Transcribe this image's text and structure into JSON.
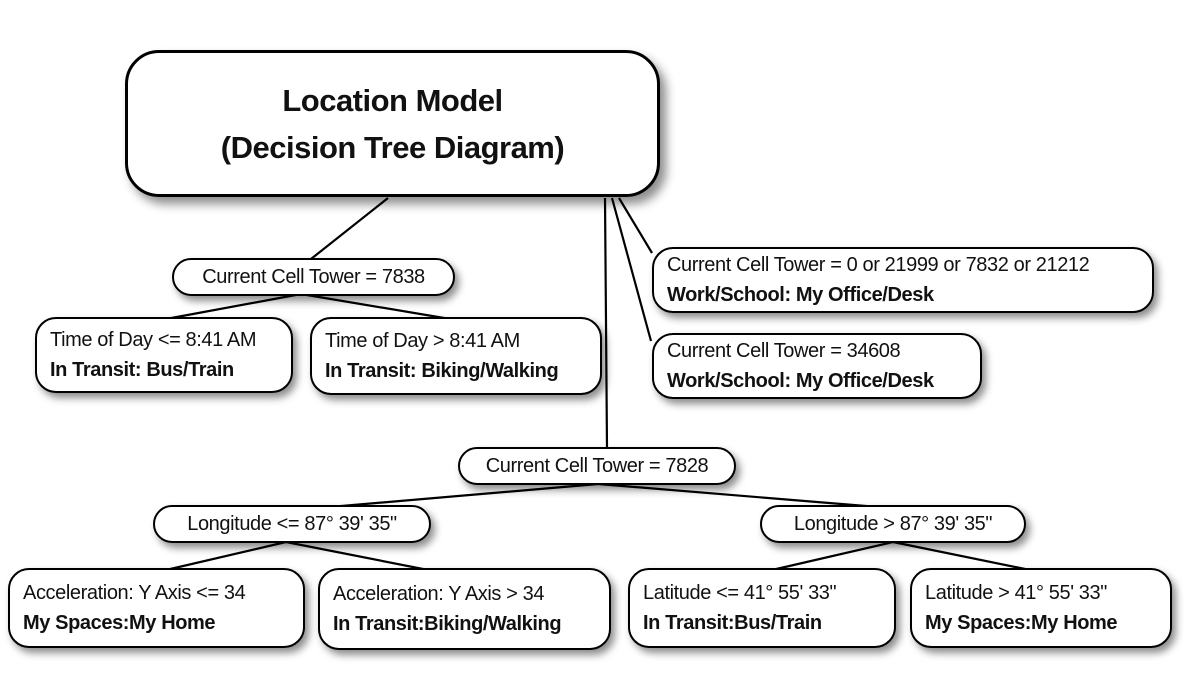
{
  "diagram": {
    "title_line1": "Location Model",
    "title_line2": "(Decision Tree Diagram)",
    "colors": {
      "background": "#ffffff",
      "node_fill": "#ffffff",
      "node_border": "#000000",
      "edge": "#000000",
      "text": "#111111"
    },
    "nodes": {
      "root": {
        "line1": "Location Model",
        "line2": "(Decision Tree Diagram)"
      },
      "tower7838": {
        "line1": "Current Cell Tower = 7838"
      },
      "timeLe": {
        "line1": "Time of Day <= 8:41 AM",
        "line2": "In Transit: Bus/Train"
      },
      "timeGt": {
        "line1": "Time of Day > 8:41 AM",
        "line2": "In Transit: Biking/Walking"
      },
      "towerMulti": {
        "line1": "Current Cell Tower = 0 or 21999 or 7832 or 21212",
        "line2": "Work/School: My Office/Desk"
      },
      "tower34608": {
        "line1": "Current Cell Tower = 34608",
        "line2": "Work/School: My Office/Desk"
      },
      "tower7828": {
        "line1": "Current Cell Tower = 7828"
      },
      "lonLe": {
        "line1": "Longitude <= 87° 39' 35\""
      },
      "lonGt": {
        "line1": "Longitude > 87° 39' 35\""
      },
      "accLe": {
        "line1": "Acceleration: Y Axis <= 34",
        "line2": "My Spaces:My Home"
      },
      "accGt": {
        "line1": "Acceleration: Y Axis > 34",
        "line2": "In Transit:Biking/Walking"
      },
      "latLe": {
        "line1": "Latitude <= 41° 55' 33\"",
        "line2": "In Transit:Bus/Train"
      },
      "latGt": {
        "line1": "Latitude > 41° 55' 33\"",
        "line2": "My Spaces:My Home"
      }
    },
    "edges": [
      {
        "from": "root",
        "to": "tower7838"
      },
      {
        "from": "root",
        "to": "towerMulti"
      },
      {
        "from": "root",
        "to": "tower34608"
      },
      {
        "from": "root",
        "to": "tower7828"
      },
      {
        "from": "tower7838",
        "to": "timeLe"
      },
      {
        "from": "tower7838",
        "to": "timeGt"
      },
      {
        "from": "tower7828",
        "to": "lonLe"
      },
      {
        "from": "tower7828",
        "to": "lonGt"
      },
      {
        "from": "lonLe",
        "to": "accLe"
      },
      {
        "from": "lonLe",
        "to": "accGt"
      },
      {
        "from": "lonGt",
        "to": "latLe"
      },
      {
        "from": "lonGt",
        "to": "latGt"
      }
    ]
  }
}
